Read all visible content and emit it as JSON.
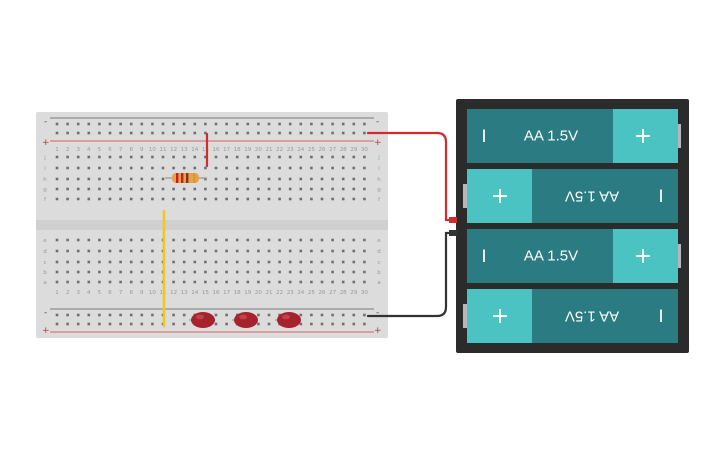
{
  "breadboard": {
    "columns": 30,
    "rows_top": [
      "j",
      "i",
      "h",
      "g",
      "f"
    ],
    "rows_bottom": [
      "e",
      "d",
      "c",
      "b",
      "a"
    ],
    "rail_minus": "-",
    "rail_plus": "+",
    "colors": {
      "body": "#dcdcdc",
      "hole": "#6f6f6f",
      "rail_red": "#d23a3a",
      "rail_dark": "#5a5a5a",
      "channel": "#cfcfcf"
    }
  },
  "battery_pack": {
    "cells": [
      {
        "label": "AA 1.5V",
        "plus": "+",
        "minus": "I",
        "flipped": false
      },
      {
        "label": "AA 1.5V",
        "plus": "+",
        "minus": "I",
        "flipped": true
      },
      {
        "label": "AA 1.5V",
        "plus": "+",
        "minus": "I",
        "flipped": false
      },
      {
        "label": "AA 1.5V",
        "plus": "+",
        "minus": "I",
        "flipped": true
      }
    ],
    "colors": {
      "frame": "#2b2b2b",
      "cell": "#2a7c82",
      "cap": "#4bc3c3",
      "contact": "#b7b7b7"
    }
  },
  "components": {
    "resistor": {
      "icon": "resistor-icon",
      "color": "#e9a14e"
    },
    "leds": [
      {
        "icon": "led-icon",
        "color": "#a6232d"
      },
      {
        "icon": "led-icon",
        "color": "#a6232d"
      },
      {
        "icon": "led-icon",
        "color": "#a6232d"
      }
    ],
    "jumper_yellow": {
      "color": "#f2c81f"
    },
    "jumper_red_short": {
      "color": "#d22b2b"
    }
  },
  "wires": {
    "positive_color": "#d22b2b",
    "negative_color": "#333333"
  }
}
